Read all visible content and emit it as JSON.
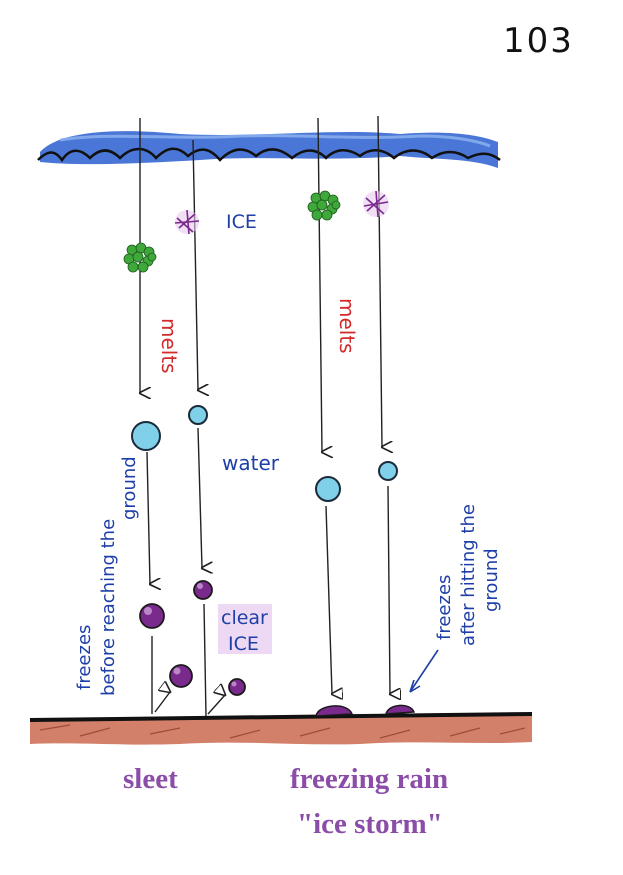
{
  "page_number": "103",
  "labels": {
    "ice": "ICE",
    "melts_left": "melts",
    "melts_right": "melts",
    "water": "water",
    "clear_ice_line1": "clear",
    "clear_ice_line2": "ICE",
    "freezes_before_1": "freezes",
    "freezes_before_2": "before reaching the",
    "freezes_before_3": "ground",
    "freezes_after_1": "freezes",
    "freezes_after_2": "after hitting the",
    "freezes_after_3": "ground"
  },
  "captions": {
    "sleet": "sleet",
    "freezing_rain": "freezing rain",
    "ice_storm": "\"ice storm\""
  },
  "colors": {
    "cloud": "#2a5fd0",
    "cloud_light": "#8fb4f0",
    "snow_green": "#3ea83a",
    "ice_purple": "#7a2a8c",
    "water_blue": "#7fd0e8",
    "ground": "#c4553a",
    "red_text": "#d42a2a",
    "blue_text": "#1e3fa8",
    "caption_purple": "#8b4da8"
  }
}
